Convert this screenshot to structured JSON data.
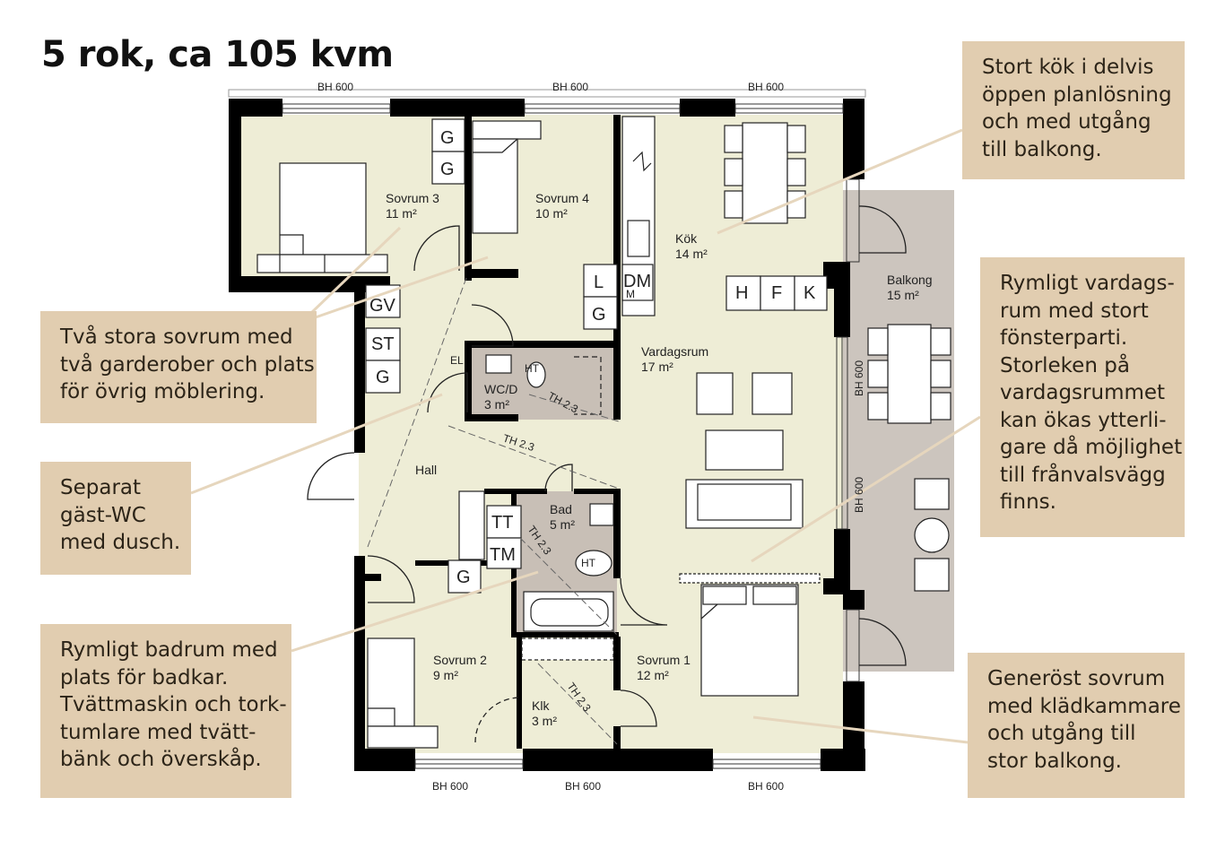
{
  "title": "5 rok, ca 105 kvm",
  "callouts": {
    "kitchen": [
      "Stort kök i delvis",
      "öppen planlösning",
      "och med utgång",
      "till balkong."
    ],
    "living": [
      "Rymligt vardags-",
      "rum med stort",
      "fönsterparti.",
      "Storleken på",
      "vardagsrummet",
      "kan ökas ytterli-",
      "gare då möjlighet",
      "till frånvalsvägg",
      "finns."
    ],
    "bedroom1": [
      "Generöst sovrum",
      "med klädkammare",
      "och utgång till",
      "stor balkong."
    ],
    "bedrooms": [
      "Två stora sovrum med",
      "två garderober och plats",
      "för övrig möblering."
    ],
    "wc": [
      "Separat",
      "gäst-WC",
      "med dusch."
    ],
    "bath": [
      "Rymligt badrum med",
      "plats för badkar.",
      "Tvättmaskin och tork-",
      "tumlare med tvätt-",
      "bänk och överskåp."
    ]
  },
  "rooms": {
    "sovrum3": {
      "name": "Sovrum 3",
      "area": "11 m²"
    },
    "sovrum4": {
      "name": "Sovrum 4",
      "area": "10 m²"
    },
    "kok": {
      "name": "Kök",
      "area": "14 m²"
    },
    "balkong": {
      "name": "Balkong",
      "area": "15 m²"
    },
    "vardagsrum": {
      "name": "Vardagsrum",
      "area": "17 m²"
    },
    "wcd": {
      "name": "WC/D",
      "area": "3 m²"
    },
    "hall": {
      "name": "Hall"
    },
    "bad": {
      "name": "Bad",
      "area": "5 m²"
    },
    "sovrum2": {
      "name": "Sovrum 2",
      "area": "9 m²"
    },
    "klk": {
      "name": "Klk",
      "area": "3 m²"
    },
    "sovrum1": {
      "name": "Sovrum 1",
      "area": "12 m²"
    }
  },
  "window_label": "BH 600",
  "fixtures": {
    "g": "G",
    "gv": "GV",
    "st": "ST",
    "l": "L",
    "dm": "DM",
    "m": "M",
    "h": "H",
    "f": "F",
    "k": "K",
    "tt": "TT",
    "tm": "TM",
    "el": "EL",
    "ht": "HT"
  },
  "th_label": "TH 2.3",
  "colors": {
    "callout_bg": "#e1cdb0",
    "floor": "#eeedd6",
    "wet_room": "#c8bfb6",
    "balcony": "#ccc5be",
    "wall": "#000000",
    "leader": "#e6d6bd"
  }
}
